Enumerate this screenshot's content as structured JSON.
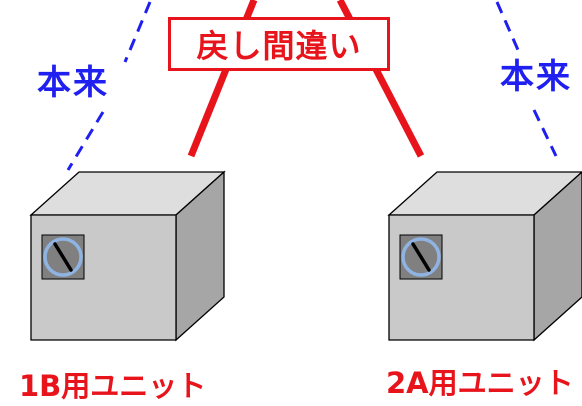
{
  "labels": {
    "left_intended": "本来",
    "right_intended": "本来",
    "error": "戻し間違い",
    "unit_left": "1B用ユニット",
    "unit_right": "2A用ユニット"
  },
  "colors": {
    "red": "#e8141c",
    "blue": "#1f1ff0",
    "box_front": "#c9c9c9",
    "box_top": "#dedede",
    "box_side": "#a6a6a6",
    "dial_ring": "#8fb3e3"
  },
  "icons": {
    "unit": "cube-unit-icon",
    "dial": "rotary-switch-icon"
  }
}
